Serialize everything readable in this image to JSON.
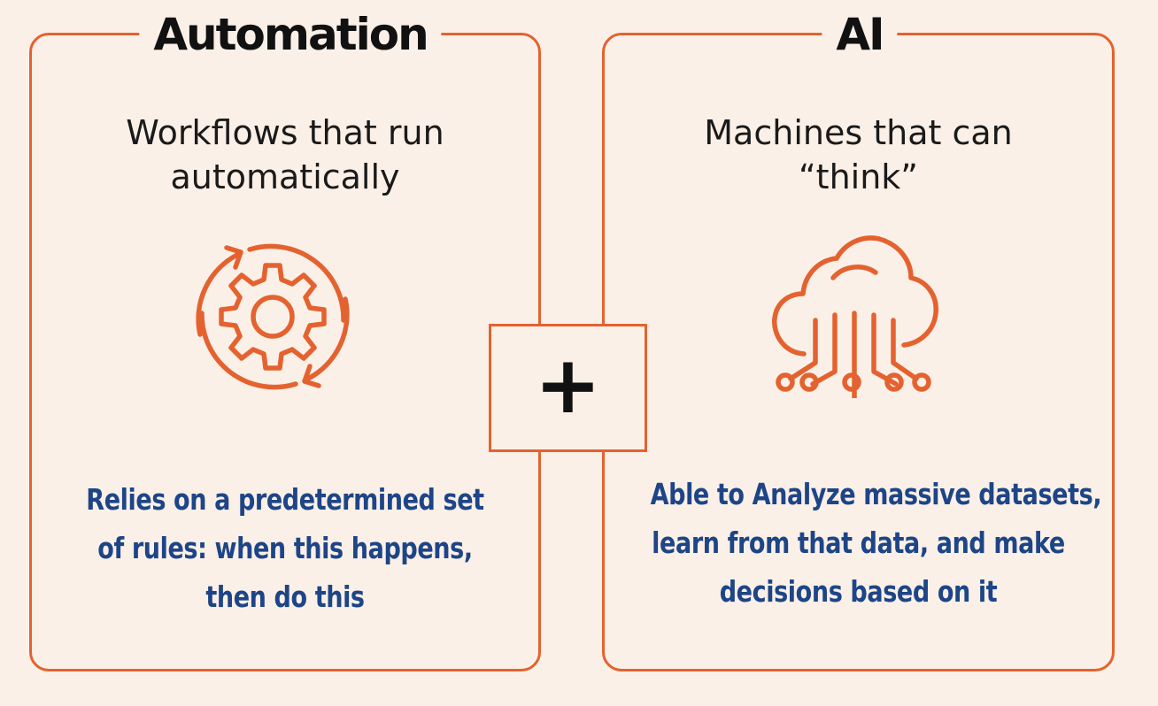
{
  "colors": {
    "background": "#fbf0e7",
    "accent": "#e4622f",
    "title_text": "#111111",
    "description_text": "#1d4587"
  },
  "left_panel": {
    "title": "Automation",
    "subtitle_lines": [
      "Workflows that run",
      "automatically"
    ],
    "icon": "gear-with-circular-arrows-icon",
    "description_lines": [
      "Relies on a predetermined set",
      "of rules: when this happens,",
      "then do this"
    ]
  },
  "right_panel": {
    "title": "AI",
    "subtitle_lines": [
      "Machines that can",
      "“think”"
    ],
    "icon": "cloud-circuit-icon",
    "description_lines": [
      "Able to Analyze massive datasets,",
      "learn from that data, and make",
      "decisions based on it"
    ]
  },
  "connector": {
    "symbol": "+"
  }
}
